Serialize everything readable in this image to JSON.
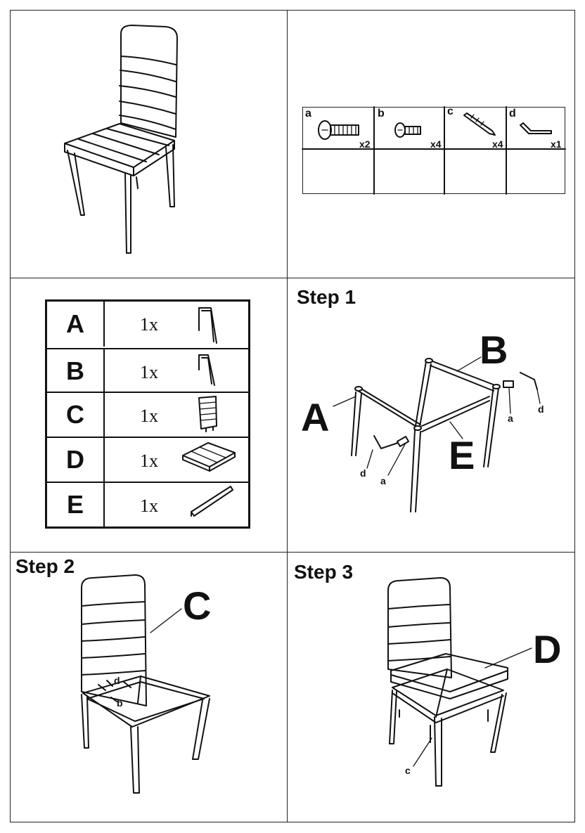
{
  "hardware": [
    {
      "id": "a",
      "qty": "x2"
    },
    {
      "id": "b",
      "qty": "x4"
    },
    {
      "id": "c",
      "qty": "x4"
    },
    {
      "id": "d",
      "qty": "x1"
    }
  ],
  "parts": [
    {
      "letter": "A",
      "qty": "1x"
    },
    {
      "letter": "B",
      "qty": "1x"
    },
    {
      "letter": "C",
      "qty": "1x"
    },
    {
      "letter": "D",
      "qty": "1x"
    },
    {
      "letter": "E",
      "qty": "1x"
    }
  ],
  "step1": {
    "title": "Step 1",
    "label_a": "A",
    "label_b": "B",
    "label_e": "E",
    "small_d_left": "d",
    "small_a_left": "a",
    "small_a_right": "a",
    "small_d_right": "d"
  },
  "step2": {
    "title": "Step 2",
    "label_c": "C",
    "small_d": "d",
    "small_b": "b"
  },
  "step3": {
    "title": "Step 3",
    "label_d": "D",
    "small_c": "c"
  }
}
